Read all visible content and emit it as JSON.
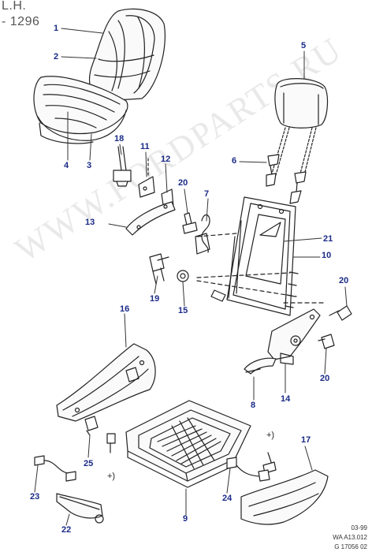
{
  "header": {
    "line1": "L.H.",
    "line2": "- 1296"
  },
  "watermark": "WWW.FORDPARTS.RU",
  "plus_mark": "+)",
  "codes": {
    "date": "03-99",
    "ref": "WA A13.012",
    "drawing": "G 17056 02"
  },
  "callouts": {
    "c1": "1",
    "c2": "2",
    "c3": "3",
    "c4": "4",
    "c5": "5",
    "c6": "6",
    "c7": "7",
    "c8": "8",
    "c9": "9",
    "c10": "10",
    "c11": "11",
    "c12": "12",
    "c13": "13",
    "c14": "14",
    "c15": "15",
    "c16": "16",
    "c17": "17",
    "c18": "18",
    "c19": "19",
    "c20a": "20",
    "c20b": "20",
    "c20c": "20",
    "c21": "21",
    "c22": "22",
    "c23": "23",
    "c24": "24",
    "c25": "25"
  },
  "colors": {
    "callout": "#1a2a86",
    "line": "#222222",
    "watermark": "#e9e9e9"
  }
}
